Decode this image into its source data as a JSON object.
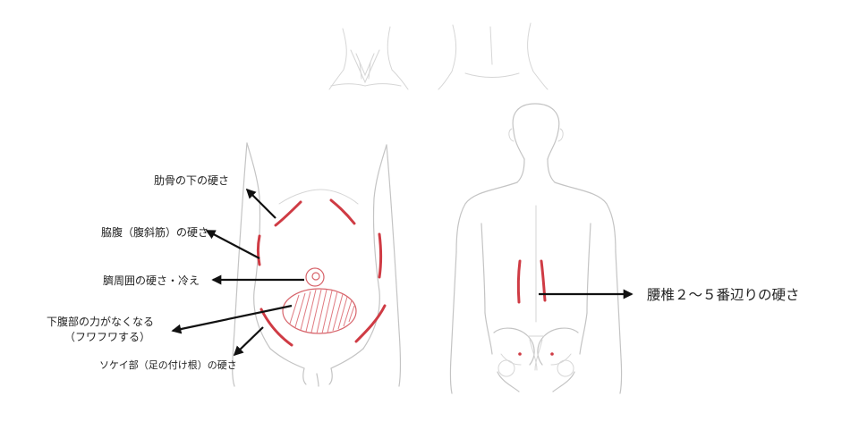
{
  "labels": {
    "rib_hardness": "肋骨の下の硬さ",
    "flank_hardness": "脇腹（腹斜筋）の硬さ",
    "navel_hardness": "臍周囲の硬さ・冷え",
    "lower_abdomen_line1": "下腹部の力がなくなる",
    "lower_abdomen_line2": "（フワフワする）",
    "groin_hardness": "ソケイ部（足の付け根）の硬さ",
    "lumbar_hardness": "腰椎２〜５番辺りの硬さ"
  },
  "colors": {
    "marker_red": "#cf3b44",
    "outline_gray": "#c4c4c4",
    "arrow_black": "#111111"
  }
}
